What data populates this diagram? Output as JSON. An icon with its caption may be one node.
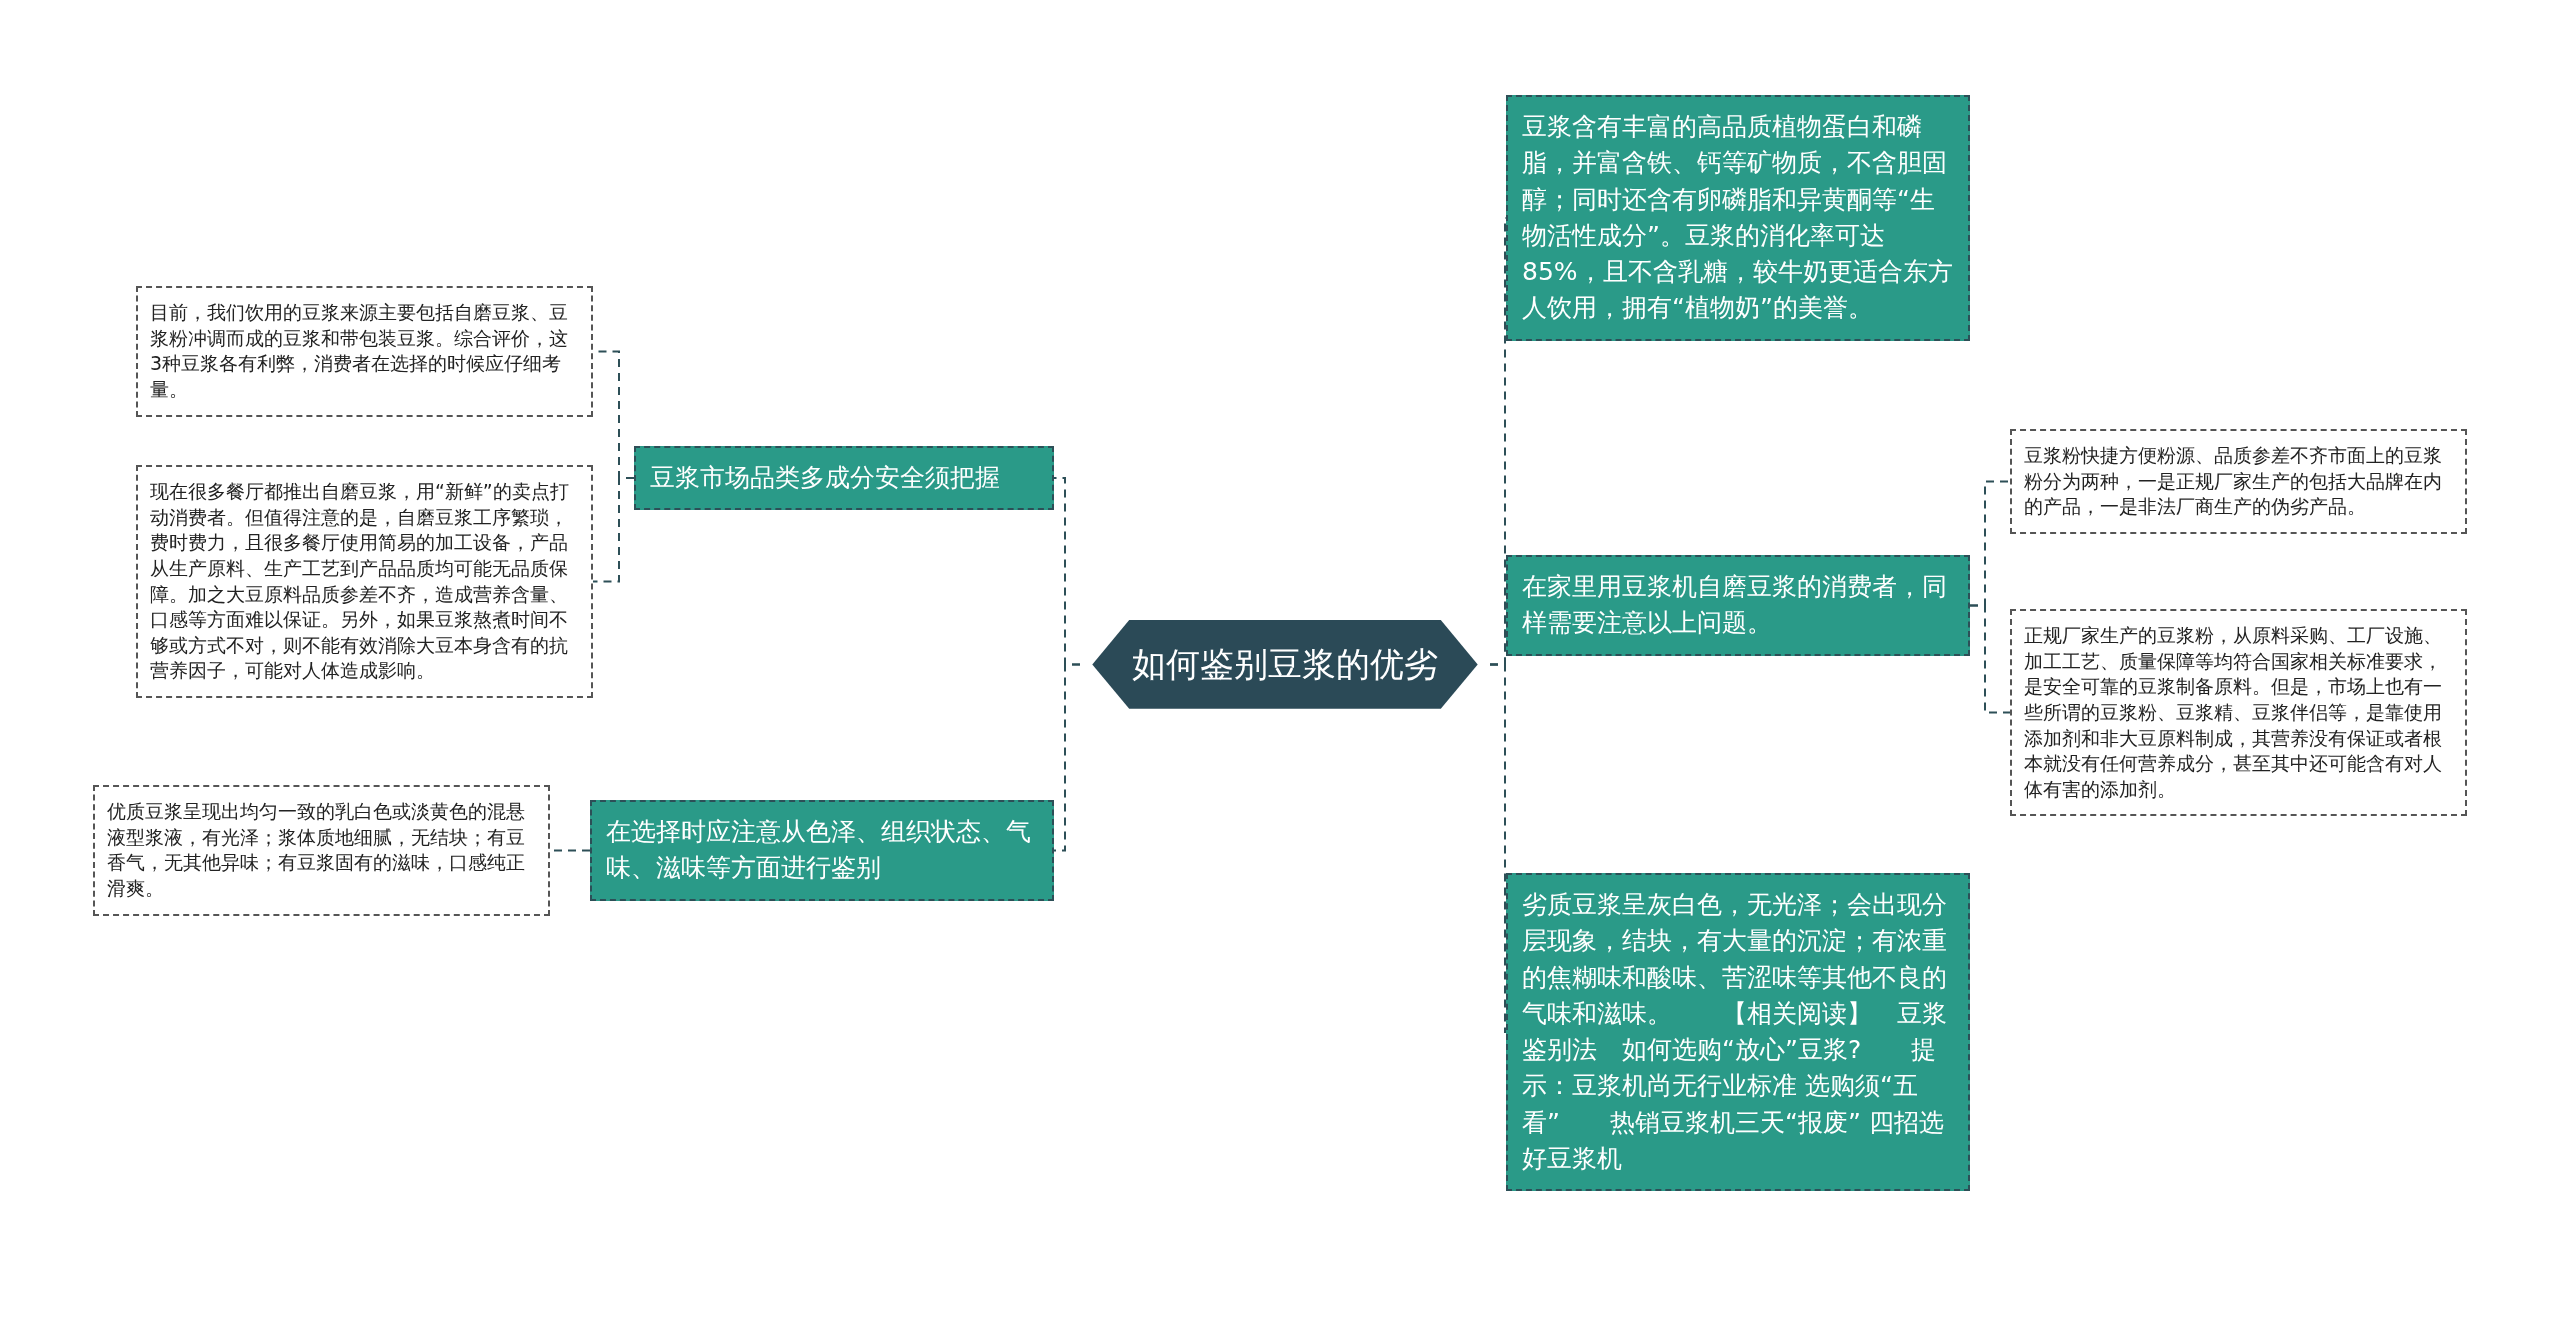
{
  "diagram": {
    "nodes": [
      {
        "text": [
          "如何鉴别豆浆的优劣"
        ]
      },
      {
        "text": [
          "豆浆市场品类多成分安全须把握"
        ]
      },
      {
        "text": [
          "目前，我们饮用的豆浆来源主要包括自磨豆浆、豆浆粉冲调而成的豆浆和带包装豆浆。综合评价，这3种豆浆各有利弊，消费者在选择的时候应仔细考量。"
        ]
      },
      {
        "text": [
          "现在很多餐厅都推出自磨豆浆，用“新鲜”的卖点打动消费者。但值得注意的是，自磨豆浆工序繁琐，费时费力，且很多餐厅使用简易的加工设备，产品从生产原料、生产工艺到产品品质均可能无品质保障。加之大豆原料品质参差不齐，造成营养含量、口感等方面难以保证。另外，如果豆浆熬煮时间不够或方式不对，则不能有效消除大豆本身含有的抗营养因子，可能对人体造成影响。"
        ]
      },
      {
        "text": [
          "在选择时应注意从色泽、组织状态、气味、滋味等方面进行鉴别"
        ]
      },
      {
        "text": [
          "优质豆浆呈现出均匀一致的乳白色或淡黄色的混悬液型浆液，有光泽；浆体质地细腻，无结块；有豆香气，无其他异味；有豆浆固有的滋味，口感纯正滑爽。"
        ]
      },
      {
        "text": [
          "豆浆含有丰富的高品质植物蛋白和磷脂，并富含铁、钙等矿物质，不含胆固醇；同时还含有卵磷脂和异黄酮等“生物活性成分”。豆浆的消化率可达85%，且不含乳糖，较牛奶更适合东方人饮用，拥有“植物奶”的美誉。"
        ]
      },
      {
        "text": [
          "在家里用豆浆机自磨豆浆的消费者，同样需要注意以上问题。"
        ]
      },
      {
        "text": [
          "豆浆粉快捷方便粉源、品质参差不齐市面上的豆浆粉分为两种，一是正规厂家生产的包括大品牌在内的产品，一是非法厂商生产的伪劣产品。"
        ]
      },
      {
        "text": [
          "正规厂家生产的豆浆粉，从原料采购、工厂设施、加工工艺、质量保障等均符合国家相关标准要求，是安全可靠的豆浆制备原料。但是，市场上也有一些所谓的豆浆粉、豆浆精、豆浆伴侣等，是靠使用添加剂和非大豆原料制成，其营养没有保证或者根本就没有任何营养成分，甚至其中还可能含有对人体有害的添加剂。"
        ]
      },
      {
        "text": [
          "劣质豆浆呈灰白色，无光泽；会出现分层现象，结块，有大量的沉淀；有浓重的焦糊味和酸味、苦涩味等其他不良的气味和滋味。　　【相关阅读】　豆浆鉴别法　如何选购“放心”豆浆?　　提示：豆浆机尚无行业标准 选购须“五看”　　热销豆浆机三天“报废” 四招选好豆浆机"
        ]
      }
    ],
    "edges": [
      {
        "from": 0,
        "to": 1,
        "arrow": "none",
        "style": "dashed"
      },
      {
        "from": 1,
        "to": 2,
        "arrow": "none",
        "style": "dashed"
      },
      {
        "from": 1,
        "to": 3,
        "arrow": "none",
        "style": "dashed"
      },
      {
        "from": 0,
        "to": 4,
        "arrow": "none",
        "style": "dashed"
      },
      {
        "from": 4,
        "to": 5,
        "arrow": "none",
        "style": "dashed"
      },
      {
        "from": 0,
        "to": 6,
        "arrow": "none",
        "style": "dashed"
      },
      {
        "from": 0,
        "to": 7,
        "arrow": "none",
        "style": "dashed"
      },
      {
        "from": 7,
        "to": 8,
        "arrow": "none",
        "style": "dashed"
      },
      {
        "from": 7,
        "to": 9,
        "arrow": "none",
        "style": "dashed"
      },
      {
        "from": 0,
        "to": 10,
        "arrow": "none",
        "style": "dashed"
      }
    ]
  }
}
